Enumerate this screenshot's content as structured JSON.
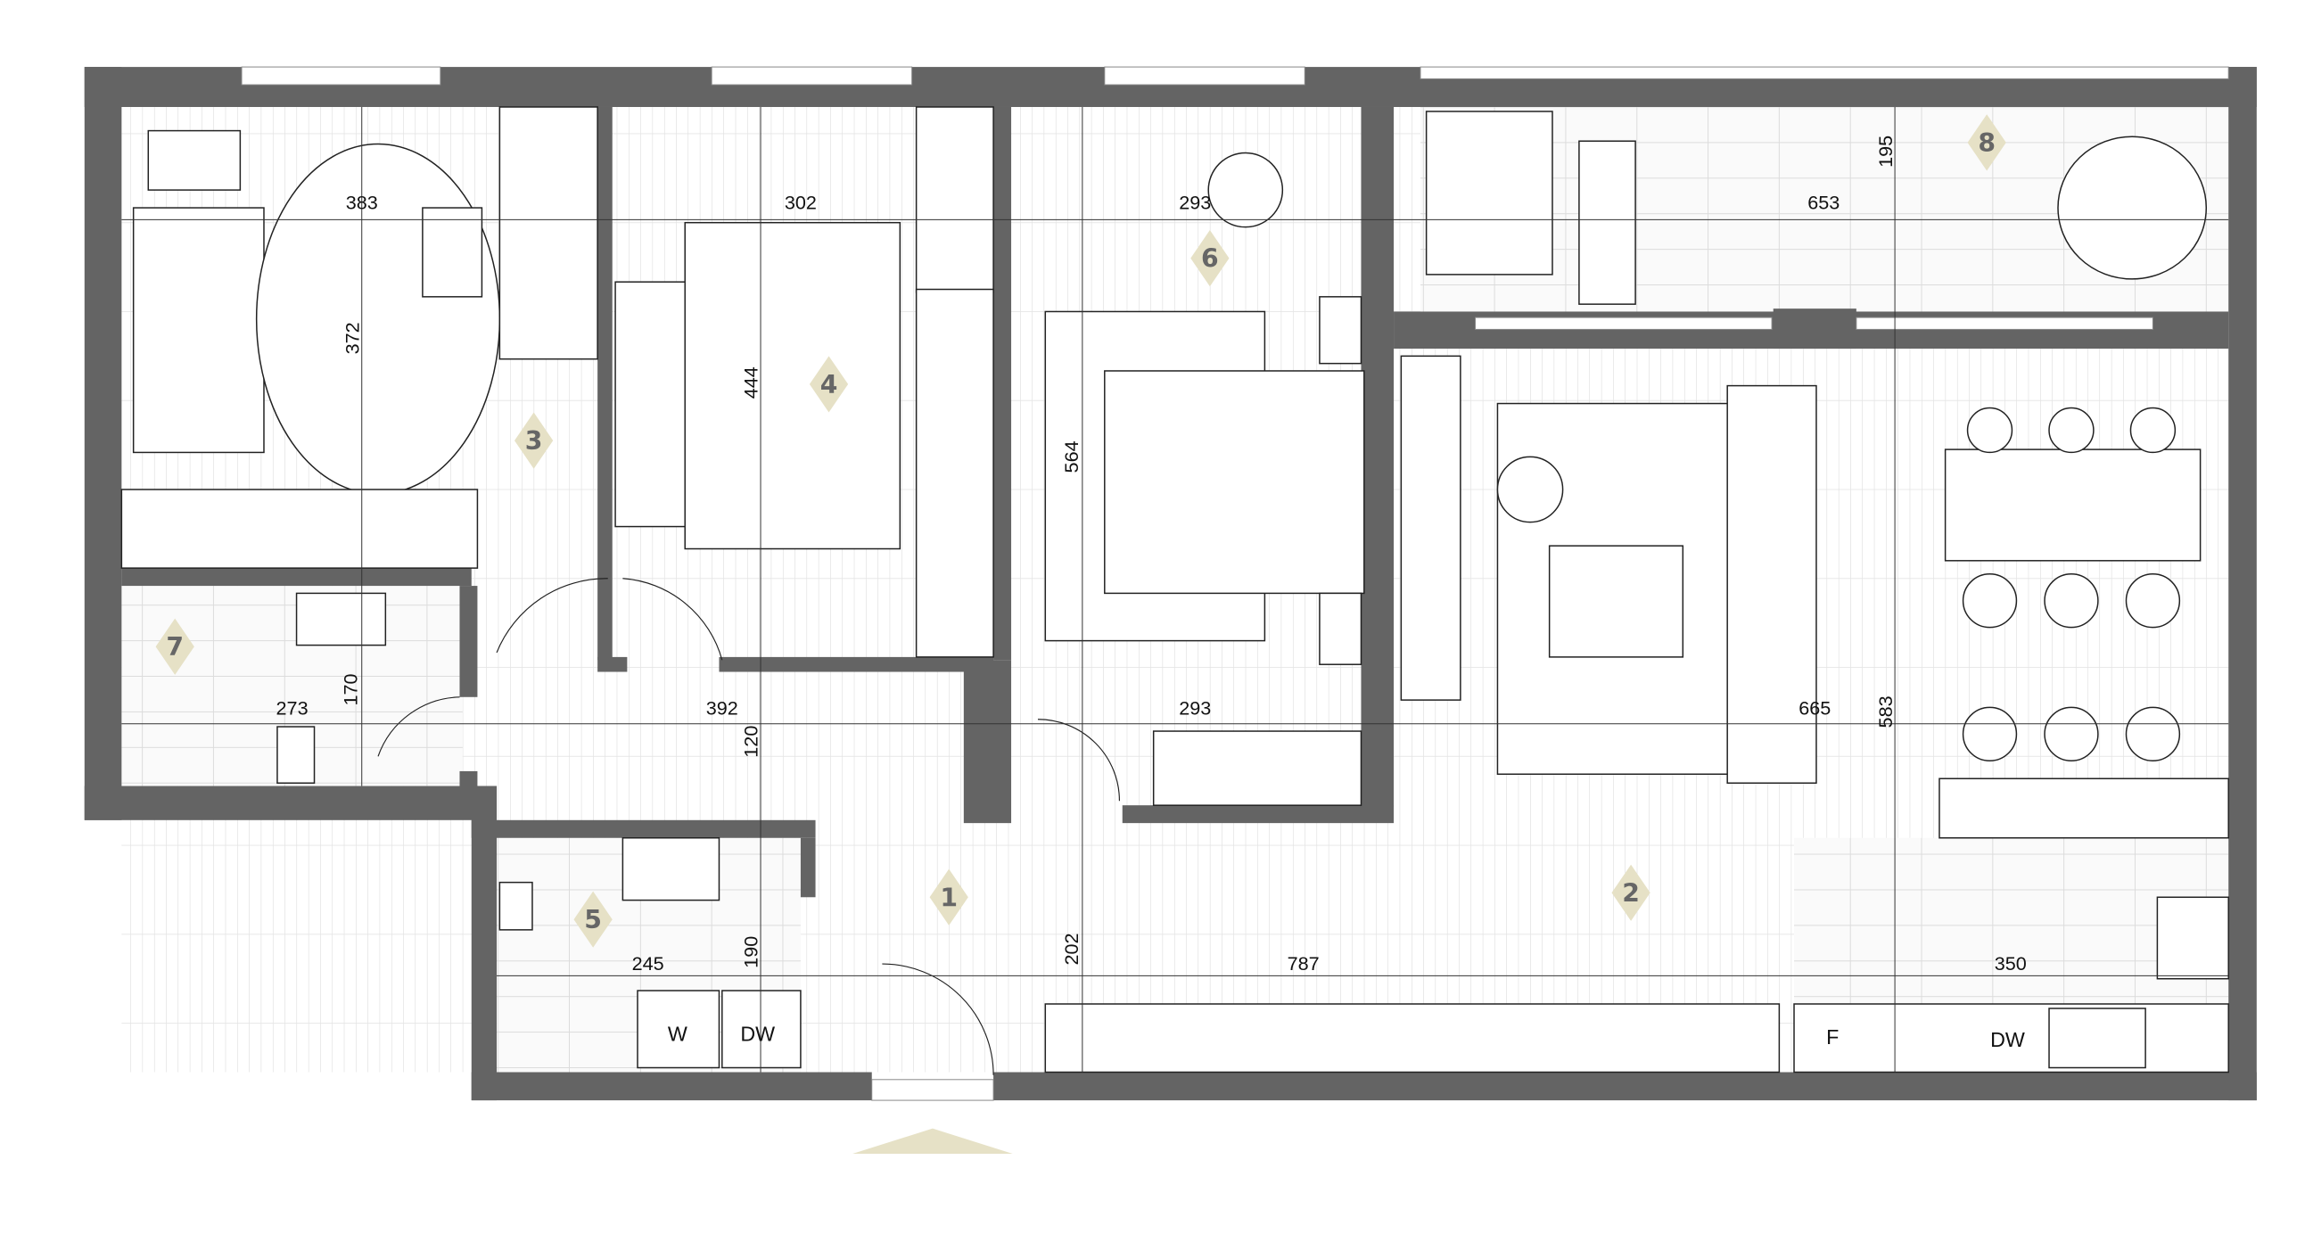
{
  "plan": {
    "colors": {
      "wall": "#646464",
      "badge": "#e6e1c6",
      "badge_text": "#666666"
    },
    "rooms": [
      {
        "id": "1",
        "label": "1"
      },
      {
        "id": "2",
        "label": "2"
      },
      {
        "id": "3",
        "label": "3"
      },
      {
        "id": "4",
        "label": "4"
      },
      {
        "id": "5",
        "label": "5"
      },
      {
        "id": "6",
        "label": "6"
      },
      {
        "id": "7",
        "label": "7"
      },
      {
        "id": "8",
        "label": "8"
      }
    ],
    "dimensions": {
      "room3_width": "383",
      "room3_depth": "372",
      "room4_width": "302",
      "room4_depth": "444",
      "room6_width": "293",
      "room6_depth": "564",
      "room8_width": "653",
      "room8_depth": "195",
      "room7_width": "273",
      "room7_depth": "170",
      "hall_width": "392",
      "hall_depth": "120",
      "room6_lower_width": "293",
      "living_width": "665",
      "living_depth": "583",
      "room5_width": "245",
      "room5_depth": "190",
      "entry_depth": "202",
      "corridor_width": "787",
      "kitchen_width": "350"
    },
    "appliances": {
      "washer": "W",
      "dishwasher_bath": "DW",
      "fridge": "F",
      "dishwasher_kitchen": "DW"
    }
  }
}
